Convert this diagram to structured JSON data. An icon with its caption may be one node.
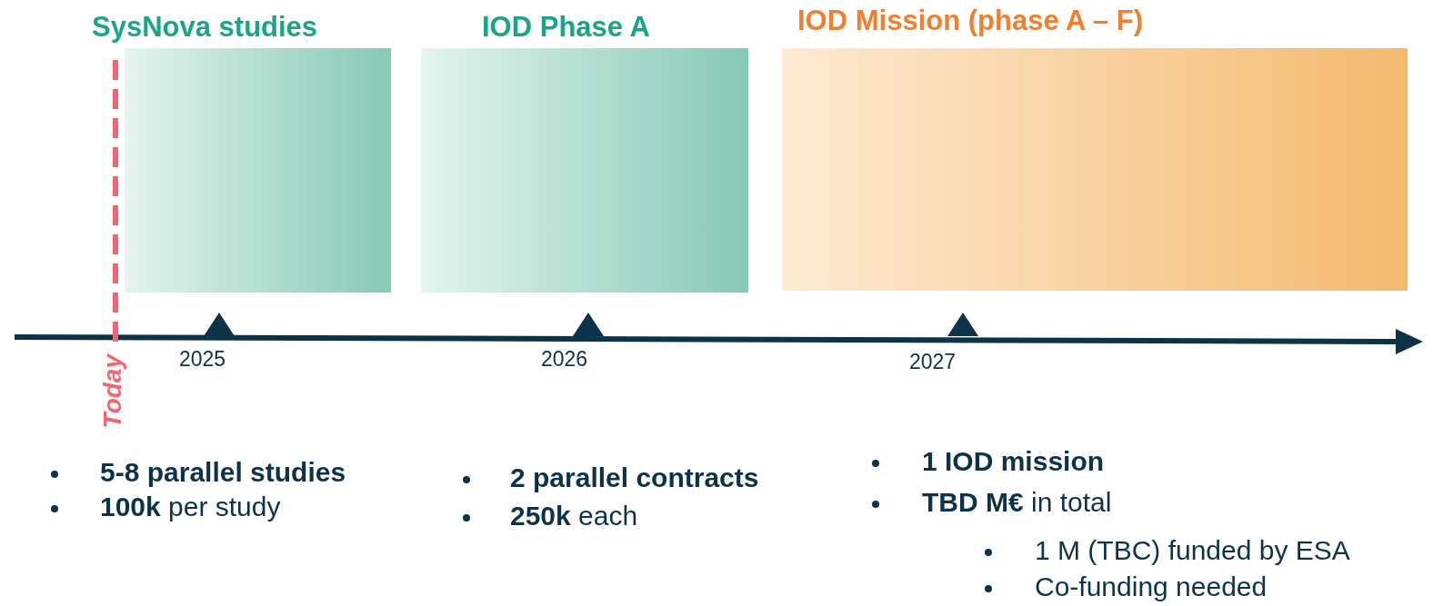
{
  "diagram": {
    "nodes": [
      {
        "text": [
          "SysNova studies"
        ]
      },
      {
        "text": [
          "IOD Phase A"
        ]
      },
      {
        "text": [
          "IOD Mission (phase A – F)"
        ]
      }
    ],
    "labels": [
      "Today",
      "2025",
      "2026",
      "2027",
      "5-8 parallel studies",
      "**100k** per study",
      "2 parallel contracts",
      "**250k** each",
      "1 IOD mission",
      "**TBD M€** in total",
      "1 M (TBC) funded by ESA",
      "Co-funding needed"
    ]
  }
}
